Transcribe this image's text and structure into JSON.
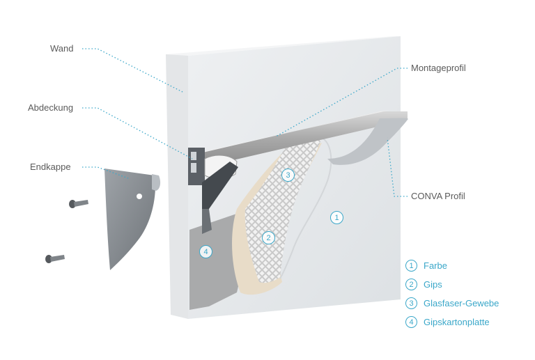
{
  "callouts": {
    "wand": "Wand",
    "abdeckung": "Abdeckung",
    "endkappe": "Endkappe",
    "montageprofil": "Montageprofil",
    "conva_profil": "CONVA Profil"
  },
  "badges": {
    "farbe": "1",
    "gips": "2",
    "gewebe": "3",
    "gipskarton": "4"
  },
  "legend": [
    {
      "num": "1",
      "label": "Farbe"
    },
    {
      "num": "2",
      "label": "Gips"
    },
    {
      "num": "3",
      "label": "Glasfaser-Gewebe"
    },
    {
      "num": "4",
      "label": "Gipskartonplatte"
    }
  ],
  "colors": {
    "accent": "#3aa7c9",
    "label": "#5a5a5a"
  }
}
